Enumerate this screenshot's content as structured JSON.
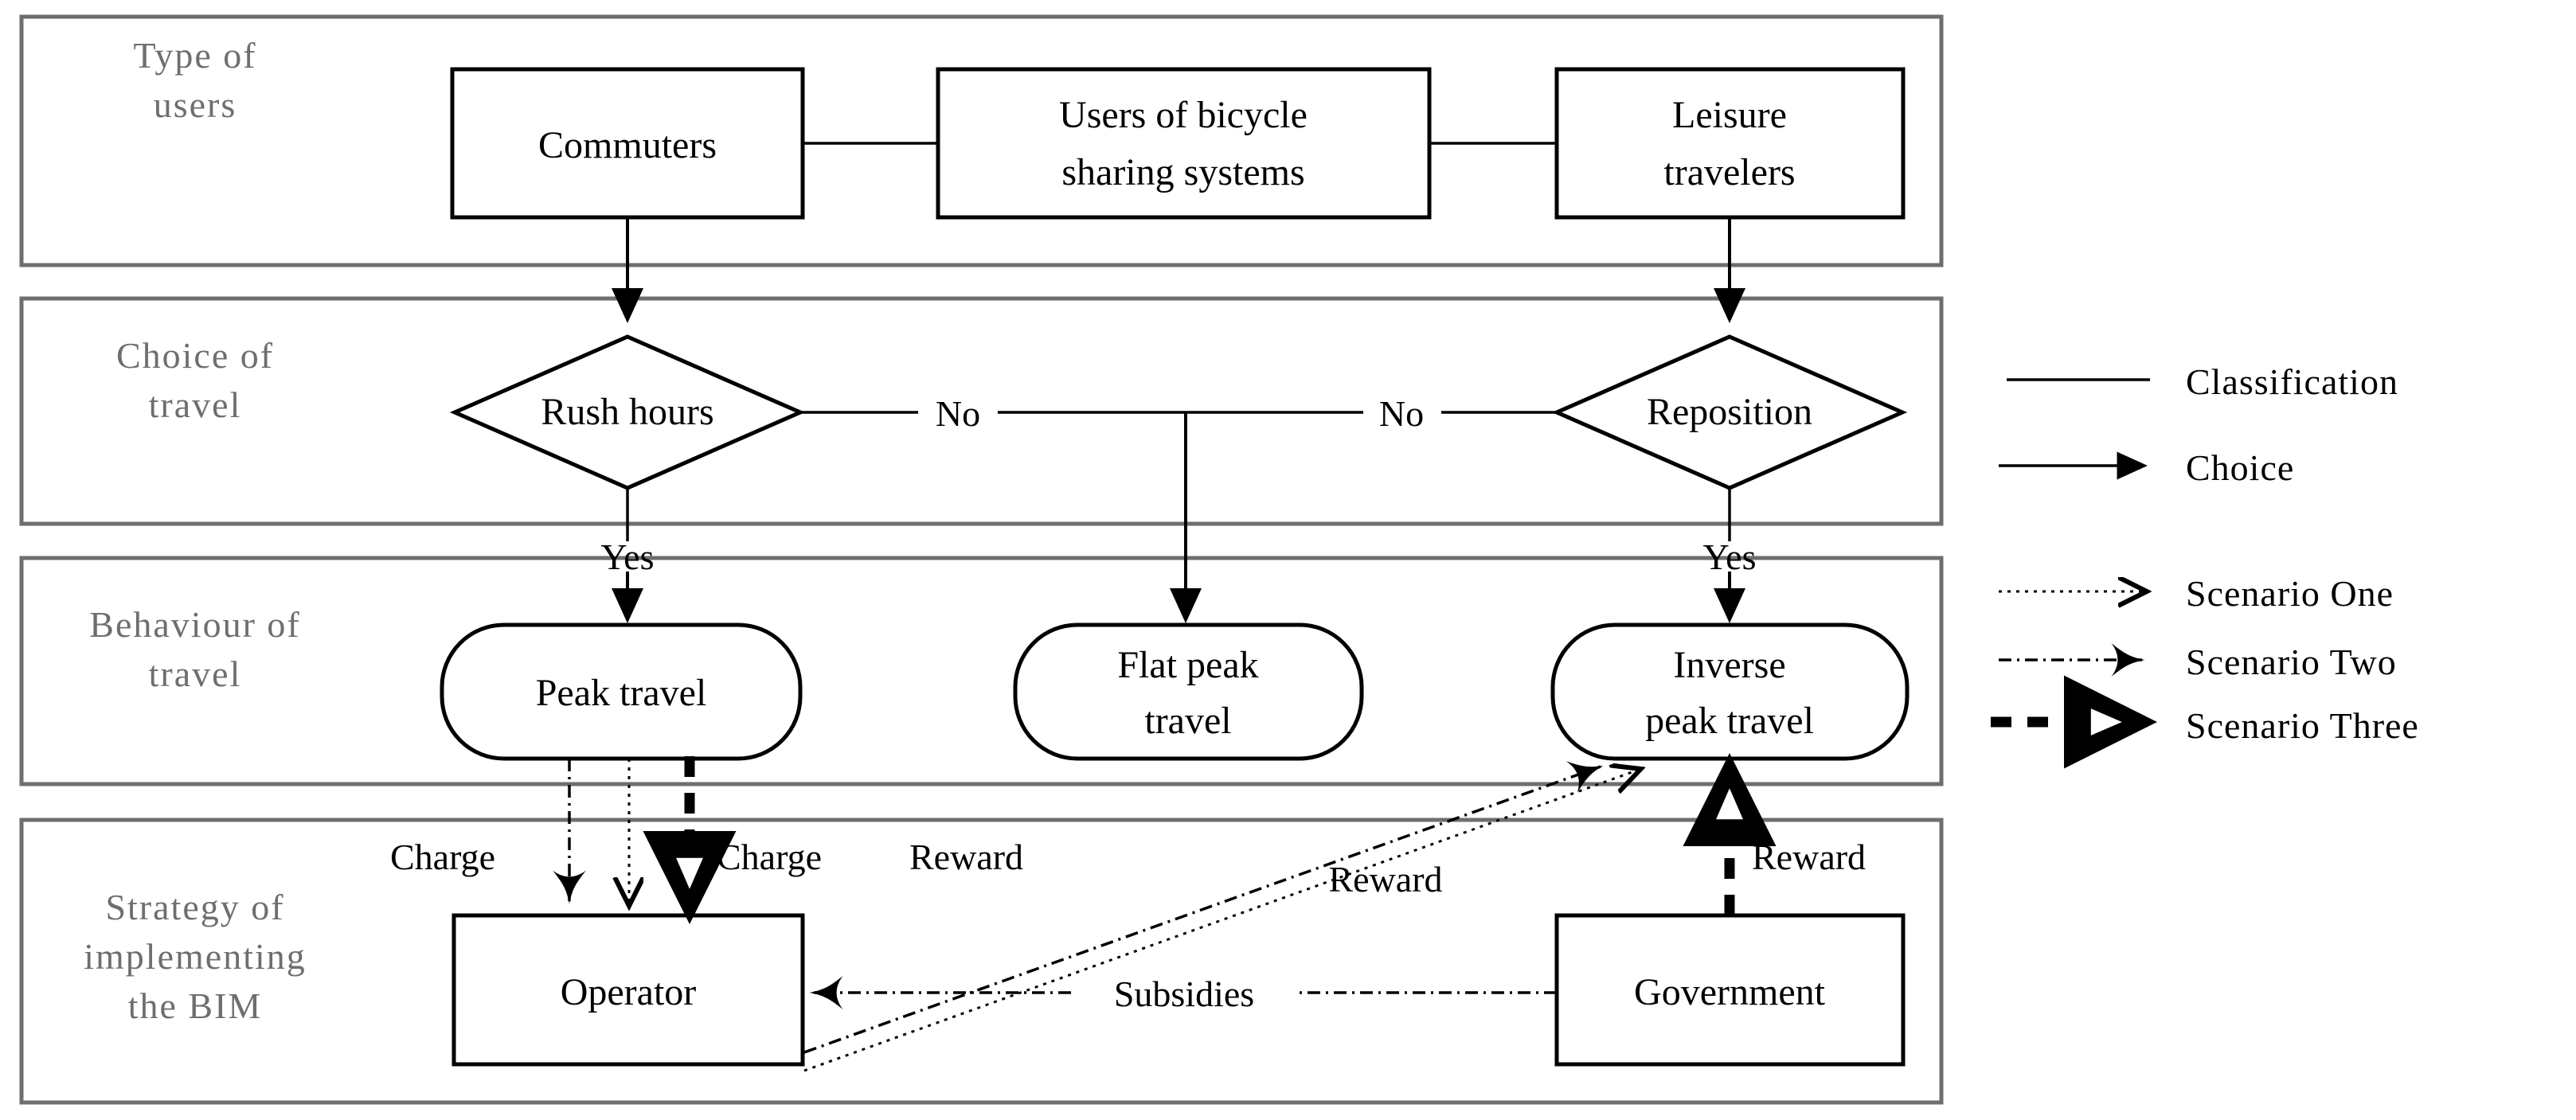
{
  "diagram": {
    "title": "BIM travel behaviour and incentive strategy flow",
    "rows": [
      {
        "id": "type-of-users",
        "label": "Type of\nusers",
        "label_line1": "Type of",
        "label_line2": "users"
      },
      {
        "id": "choice-of-travel",
        "label": "Choice of\ntravel",
        "label_line1": "Choice of",
        "label_line2": "travel"
      },
      {
        "id": "behaviour-of-travel",
        "label": "Behaviour of\ntravel",
        "label_line1": "Behaviour of",
        "label_line2": "travel"
      },
      {
        "id": "strategy-of-implementing",
        "label": "Strategy of implementing the BIM",
        "label_line1": "Strategy of",
        "label_line2": "implementing",
        "label_line3": "the BIM"
      }
    ],
    "nodes": {
      "commuters": {
        "label": "Commuters",
        "shape": "rectangle"
      },
      "bike_share_users": {
        "label_line1": "Users of bicycle",
        "label_line2": "sharing systems",
        "shape": "rectangle"
      },
      "leisure_travelers": {
        "label_line1": "Leisure",
        "label_line2": "travelers",
        "shape": "rectangle"
      },
      "rush_hours": {
        "label": "Rush hours",
        "shape": "diamond"
      },
      "reposition": {
        "label": "Reposition",
        "shape": "diamond"
      },
      "peak_travel": {
        "label": "Peak travel",
        "shape": "rounded"
      },
      "flat_peak_travel": {
        "label_line1": "Flat peak",
        "label_line2": "travel",
        "shape": "rounded"
      },
      "inverse_peak_travel": {
        "label_line1": "Inverse",
        "label_line2": "peak travel",
        "shape": "rounded"
      },
      "operator": {
        "label": "Operator",
        "shape": "rectangle"
      },
      "government": {
        "label": "Government",
        "shape": "rectangle"
      }
    },
    "edge_labels": {
      "no_left": "No",
      "no_right": "No",
      "yes_left": "Yes",
      "yes_right": "Yes",
      "charge_left": "Charge",
      "charge_right": "Charge",
      "reward_mid": "Reward",
      "reward_diag": "Reward",
      "reward_right": "Reward",
      "subsidies": "Subsidies"
    }
  },
  "legend": {
    "items": [
      {
        "id": "classification",
        "label": "Classification",
        "style": "solid-line"
      },
      {
        "id": "choice",
        "label": "Choice",
        "style": "solid-arrow"
      },
      {
        "id": "scenario-one",
        "label": "Scenario One",
        "style": "dotted-arrow"
      },
      {
        "id": "scenario-two",
        "label": "Scenario Two",
        "style": "dashdot-arrow"
      },
      {
        "id": "scenario-three",
        "label": "Scenario Three",
        "style": "thick-dashed-arrow"
      }
    ]
  },
  "colors": {
    "panel_border": "#6e6e6e",
    "row_label": "#6e6e6e",
    "ink": "#000000",
    "background": "#ffffff"
  }
}
